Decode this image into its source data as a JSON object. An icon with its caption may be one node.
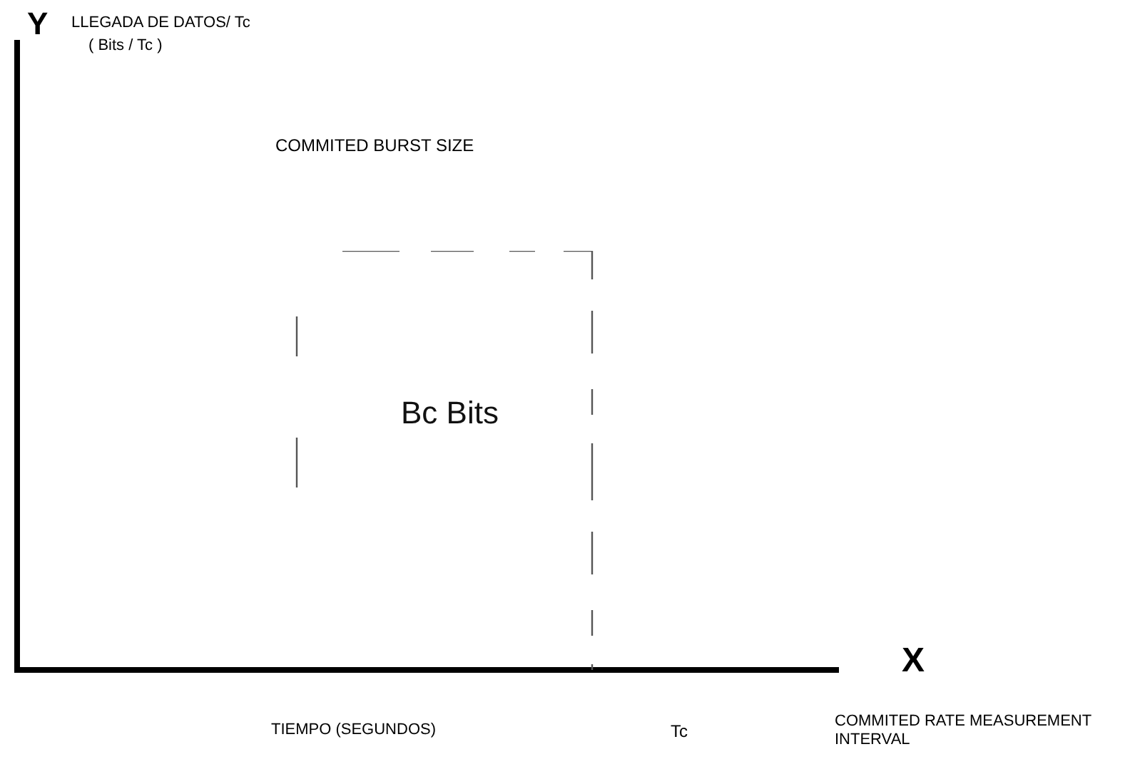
{
  "diagram": {
    "nodes": [
      {
        "text": [
          "Bc Bits"
        ]
      }
    ],
    "labels": [
      "Y",
      "LLEGADA DE DATOS/ Tc",
      "( Bits / Tc )",
      "COMMITED BURST SIZE",
      "X",
      "TIEMPO (SEGUNDOS)",
      "Tc",
      "COMMITED RATE MEASUREMENT INTERVAL"
    ]
  }
}
